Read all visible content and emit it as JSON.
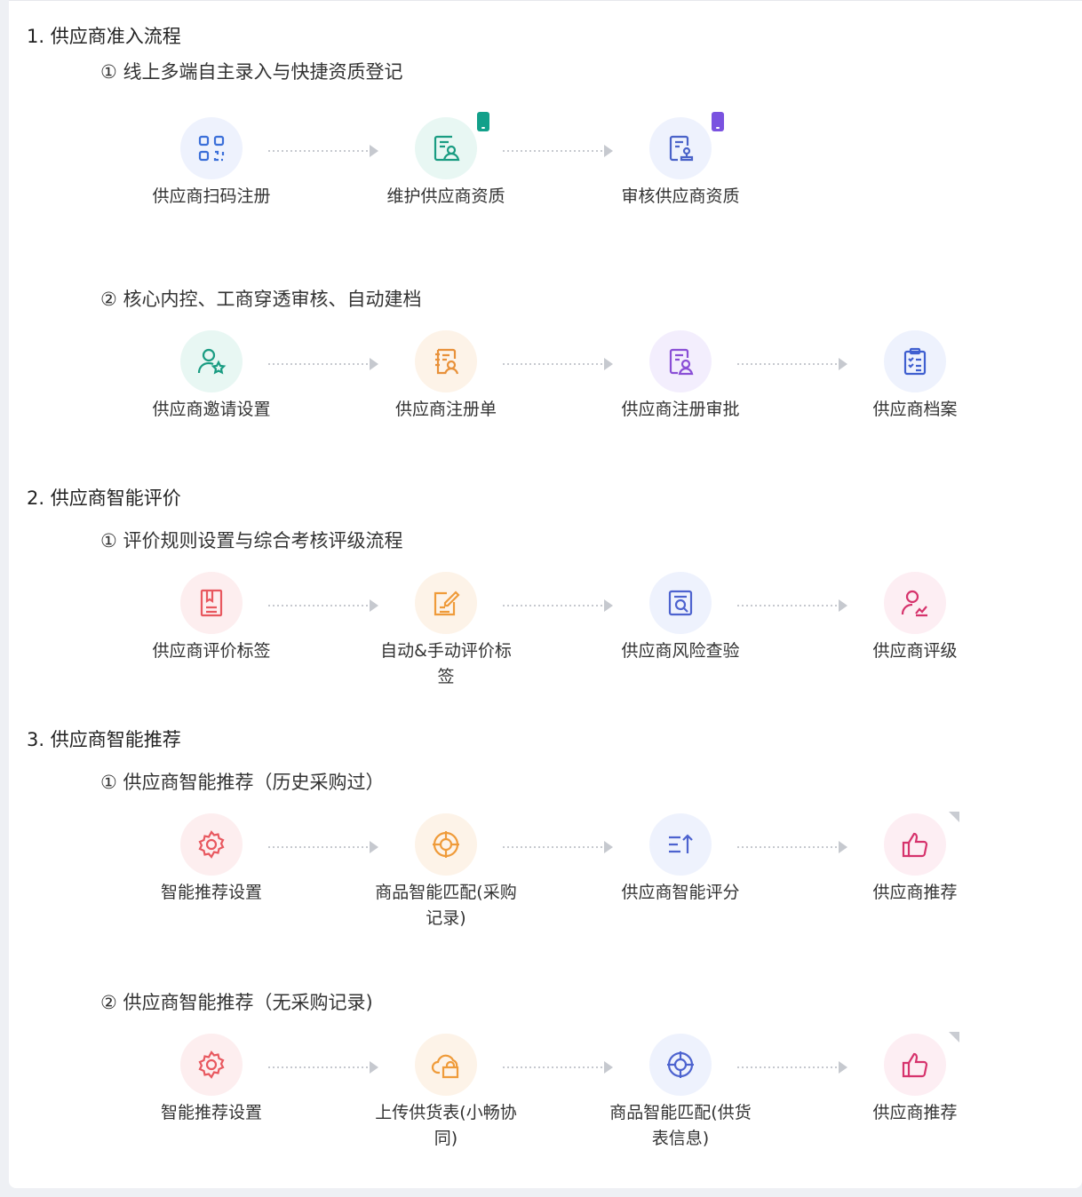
{
  "sections": {
    "s1": {
      "title": "1. 供应商准入流程",
      "sub1": {
        "title": "① 线上多端自主录入与快捷资质登记",
        "steps": [
          {
            "label": "供应商扫码注册",
            "icon": "qr-code-icon",
            "color": "#3b6fd9"
          },
          {
            "label": "维护供应商资质",
            "icon": "document-user-icon",
            "color": "#1a9c82",
            "badge": "mobile-icon",
            "badge_color": "#12a08a"
          },
          {
            "label": "审核供应商资质",
            "icon": "document-stamp-icon",
            "color": "#4a63c9",
            "badge": "mobile-icon",
            "badge_color": "#7a52e0"
          }
        ]
      },
      "sub2": {
        "title": "② 核心内控、工商穿透审核、自动建档",
        "steps": [
          {
            "label": "供应商邀请设置",
            "icon": "user-star-icon",
            "color": "#1a9c82"
          },
          {
            "label": "供应商注册单",
            "icon": "notebook-user-icon",
            "color": "#e8913a"
          },
          {
            "label": "供应商注册审批",
            "icon": "document-user-icon",
            "color": "#8a4fd6"
          },
          {
            "label": "供应商档案",
            "icon": "clipboard-list-icon",
            "color": "#3f5fd0"
          }
        ]
      }
    },
    "s2": {
      "title": "2. 供应商智能评价",
      "sub1": {
        "title": "① 评价规则设置与综合考核评级流程",
        "steps": [
          {
            "label": "供应商评价标签",
            "icon": "book-tag-icon",
            "color": "#e8585f"
          },
          {
            "label": "自动&手动评价标签",
            "icon": "edit-document-icon",
            "color": "#ef9b3a"
          },
          {
            "label": "供应商风险查验",
            "icon": "document-search-icon",
            "color": "#4d63cf"
          },
          {
            "label": "供应商评级",
            "icon": "user-chart-icon",
            "color": "#d6336c"
          }
        ]
      }
    },
    "s3": {
      "title": "3. 供应商智能推荐",
      "sub1": {
        "title": "① 供应商智能推荐（历史采购过）",
        "steps": [
          {
            "label": "智能推荐设置",
            "icon": "gear-icon",
            "color": "#e8585f"
          },
          {
            "label": "商品智能匹配(采购记录)",
            "icon": "target-icon",
            "color": "#ef9b3a"
          },
          {
            "label": "供应商智能评分",
            "icon": "sort-up-icon",
            "color": "#4d63cf"
          },
          {
            "label": "供应商推荐",
            "icon": "thumbs-up-icon",
            "color": "#d6336c"
          }
        ]
      },
      "sub2": {
        "title": "② 供应商智能推荐（无采购记录)",
        "steps": [
          {
            "label": "智能推荐设置",
            "icon": "gear-icon",
            "color": "#e8585f"
          },
          {
            "label": "上传供货表(小畅协同)",
            "icon": "cloud-bag-icon",
            "color": "#ef9b3a"
          },
          {
            "label": "商品智能匹配(供货表信息)",
            "icon": "target-icon",
            "color": "#4d63cf"
          },
          {
            "label": "供应商推荐",
            "icon": "thumbs-up-icon",
            "color": "#d6336c"
          }
        ]
      }
    }
  },
  "colors": {
    "arrow": "#c6c9cf",
    "bg_blue": "#eef2fd",
    "bg_green": "#e8f7f3",
    "bg_orange": "#fdf3e8",
    "bg_purple": "#f3eefd",
    "bg_red": "#fdeeef",
    "bg_pink": "#fdeef3"
  }
}
